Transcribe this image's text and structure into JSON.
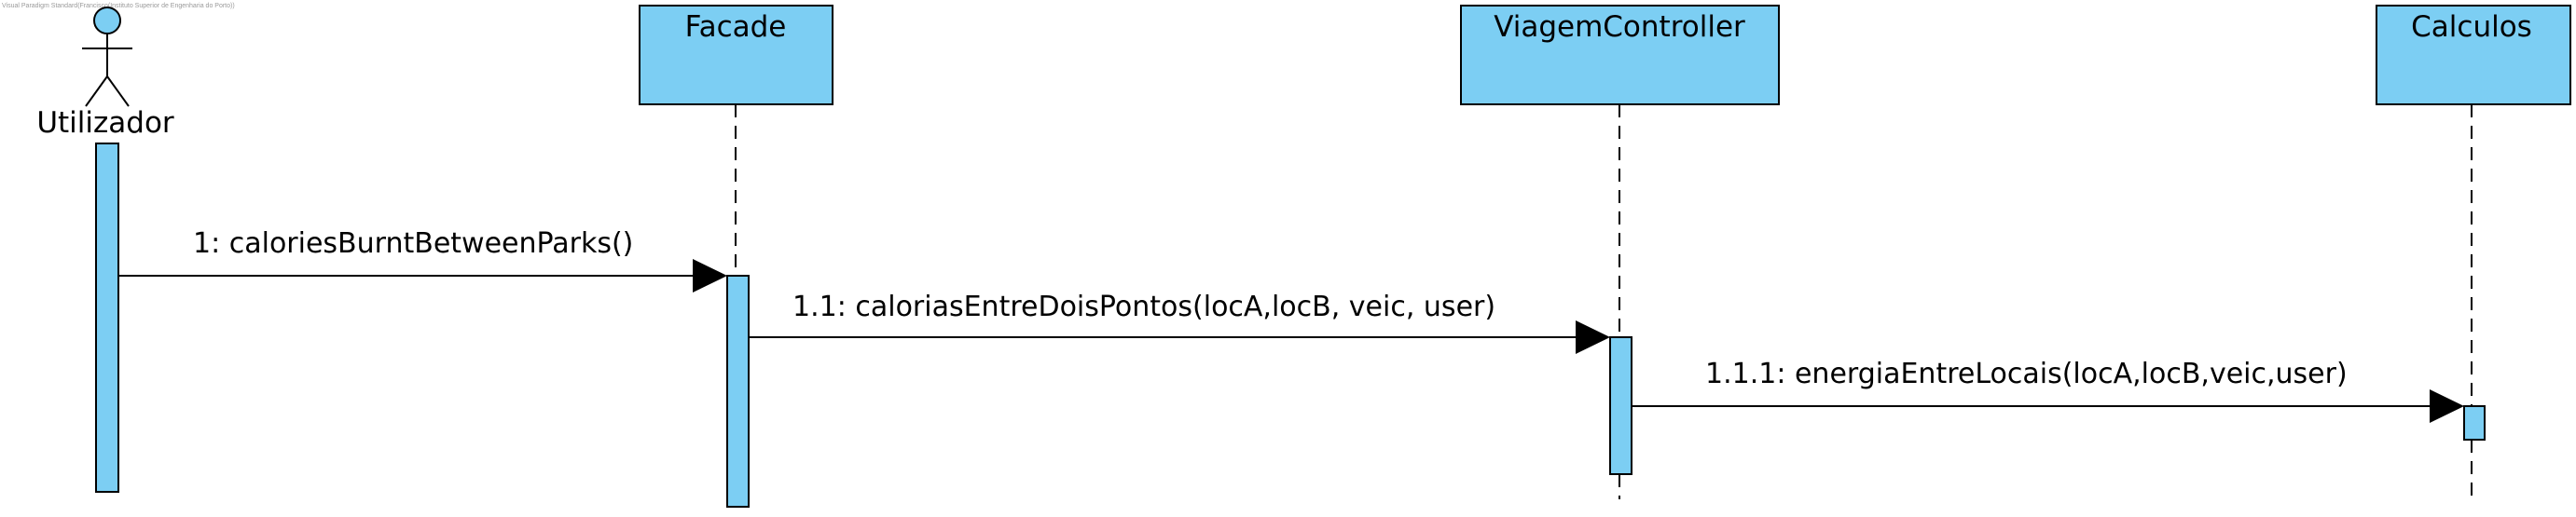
{
  "watermark": "Visual Paradigm Standard(Francisco(Instituto Superior de Engenharia do Porto))",
  "colors": {
    "fill": "#7ccef3",
    "stroke": "#000000",
    "background": "#ffffff"
  },
  "actor": {
    "name": "Utilizador",
    "icon": "stick-figure-icon"
  },
  "lifelines": [
    {
      "name": "Facade"
    },
    {
      "name": "ViagemController"
    },
    {
      "name": "Calculos"
    }
  ],
  "messages": [
    {
      "label": "1: caloriesBurntBetweenParks()",
      "from": "Utilizador",
      "to": "Facade"
    },
    {
      "label": "1.1: caloriasEntreDoisPontos(locA,locB, veic, user)",
      "from": "Facade",
      "to": "ViagemController"
    },
    {
      "label": "1.1.1: energiaEntreLocais(locA,locB,veic,user)",
      "from": "ViagemController",
      "to": "Calculos"
    }
  ]
}
